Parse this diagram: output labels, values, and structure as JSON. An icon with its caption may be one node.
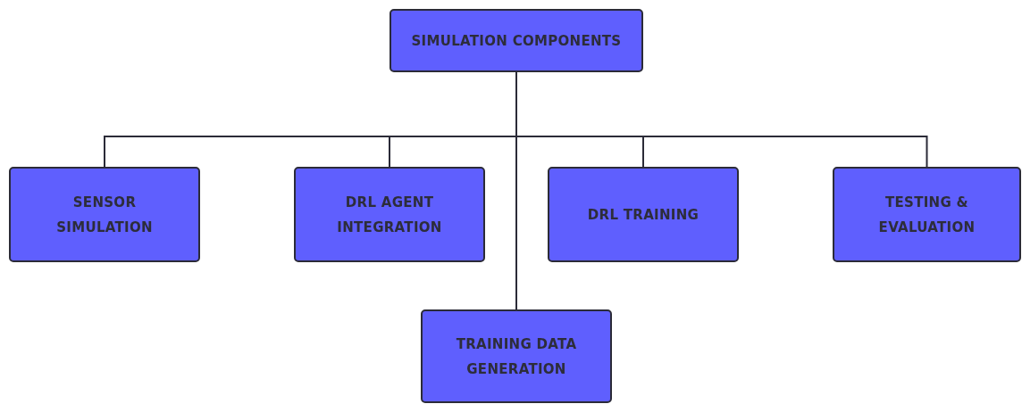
{
  "diagram": {
    "nodes": [
      {
        "text": [
          "SIMULATION COMPONENTS"
        ]
      },
      {
        "text": [
          "SENSOR SIMULATION"
        ]
      },
      {
        "text": [
          "DRL AGENT INTEGRATION"
        ]
      },
      {
        "text": [
          "DRL TRAINING"
        ]
      },
      {
        "text": [
          "TESTING & EVALUATION"
        ]
      },
      {
        "text": [
          "TRAINING DATA GENERATION"
        ]
      }
    ],
    "edges": [
      {
        "from": 0,
        "to": 1,
        "arrow": "none"
      },
      {
        "from": 0,
        "to": 2,
        "arrow": "none"
      },
      {
        "from": 0,
        "to": 3,
        "arrow": "none"
      },
      {
        "from": 0,
        "to": 4,
        "arrow": "none"
      },
      {
        "from": 0,
        "to": 5,
        "arrow": "none"
      }
    ]
  }
}
